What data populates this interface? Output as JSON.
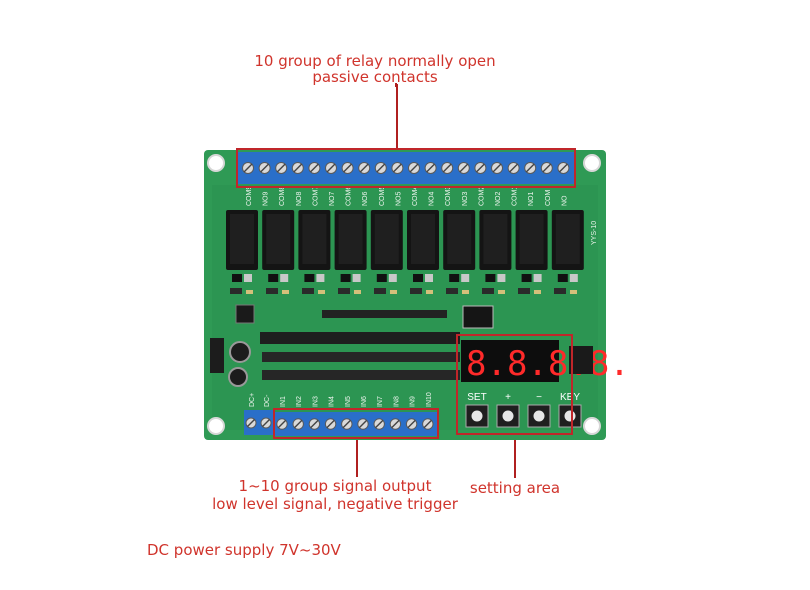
{
  "annotations": {
    "relay_contacts": [
      "10 group of relay normally open",
      "passive contacts"
    ],
    "signal_output": [
      "1~10 group signal output",
      "low level signal, negative trigger"
    ],
    "setting_area": "setting area",
    "power": "DC power supply 7V~30V"
  },
  "board": {
    "model": "YYS-10",
    "display": "8.8.8.8.",
    "buttons": [
      "SET",
      "+",
      "−",
      "KEY"
    ],
    "power_terminals": [
      "DC+",
      "DC-"
    ],
    "input_terminals": [
      "IN1",
      "IN2",
      "IN3",
      "IN4",
      "IN5",
      "IN6",
      "IN7",
      "IN8",
      "IN9",
      "IN10"
    ],
    "relay_terminals": [
      "NO",
      "COM",
      "NO1",
      "COM1",
      "NO2",
      "COM2",
      "NO3",
      "COM3",
      "NO4",
      "COM4",
      "NO5",
      "COM5",
      "NO6",
      "COM6",
      "NO7",
      "COM7",
      "NO8",
      "COM8",
      "NO9",
      "COM9"
    ]
  },
  "colors": {
    "pcb": "#2f9a55",
    "terminal": "#2a6fc9",
    "annotation": "#d0342c",
    "display_digit": "#ff2a2a"
  }
}
